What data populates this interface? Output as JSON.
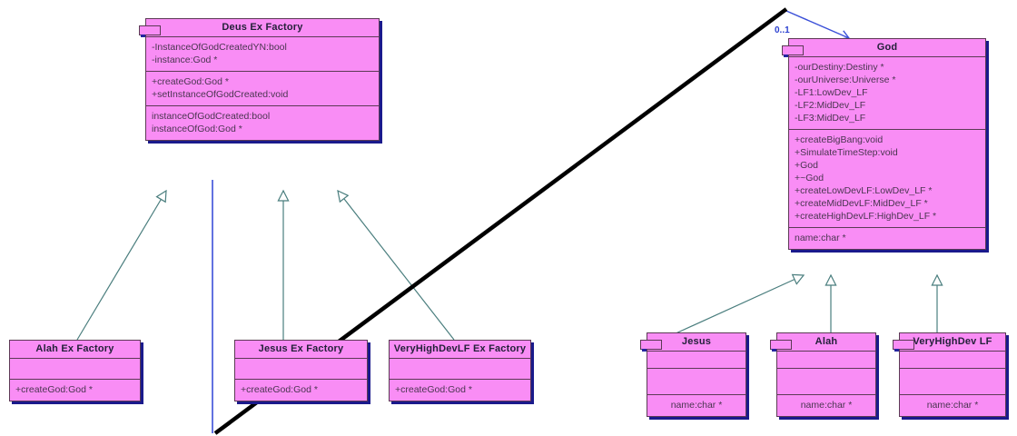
{
  "diagram": {
    "type": "uml-class-diagram",
    "title": "Deus Ex Factory / God class diagram",
    "colors": {
      "class_fill": "#f98df5",
      "class_border": "#5c3a55",
      "class_shadow": "#1a1a8c",
      "generalization_line": "#4a7e7e",
      "association_line": "#3a4fd8",
      "annotation_line": "#000000",
      "multiplicity_text": "#2a3fd0"
    },
    "multiplicity_label": "0..1"
  },
  "classes": {
    "deus_ex_factory": {
      "name": "Deus Ex Factory",
      "attributes": [
        "-InstanceOfGodCreatedYN:bool",
        "-instance:God *"
      ],
      "operations": [
        "+createGod:God *",
        "+setInstanceOfGodCreated:void"
      ],
      "extra": [
        "instanceOfGodCreated:bool",
        "instanceOfGod:God *"
      ]
    },
    "god": {
      "name": "God",
      "attributes": [
        "-ourDestiny:Destiny *",
        "-ourUniverse:Universe *",
        "-LF1:LowDev_LF",
        "-LF2:MidDev_LF",
        "-LF3:MidDev_LF"
      ],
      "operations": [
        "+createBigBang:void",
        "+SimulateTimeStep:void",
        "+God",
        "+~God",
        "+createLowDevLF:LowDev_LF *",
        "+createMidDevLF:MidDev_LF *",
        "+createHighDevLF:HighDev_LF *"
      ],
      "extra": [
        "name:char *"
      ]
    },
    "alah_ex_factory": {
      "name": "Alah Ex Factory",
      "attributes": [],
      "operations": [
        "+createGod:God *"
      ]
    },
    "jesus_ex_factory": {
      "name": "Jesus Ex Factory",
      "attributes": [],
      "operations": [
        "+createGod:God *"
      ]
    },
    "veryhighdevlf_ex_factory": {
      "name": "VeryHighDevLF Ex Factory",
      "attributes": [],
      "operations": [
        "+createGod:God *"
      ]
    },
    "jesus": {
      "name": "Jesus",
      "attributes": [],
      "operations": [],
      "extra": [
        "name:char *"
      ]
    },
    "alah": {
      "name": "Alah",
      "attributes": [],
      "operations": [],
      "extra": [
        "name:char *"
      ]
    },
    "veryhighdev_lf": {
      "name": "VeryHighDev LF",
      "attributes": [],
      "operations": [],
      "extra": [
        "name:char *"
      ]
    }
  }
}
